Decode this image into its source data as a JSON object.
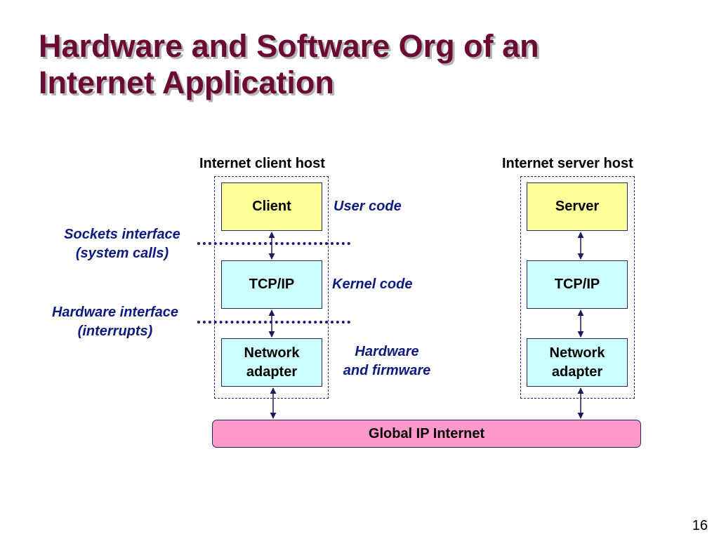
{
  "title": {
    "line1": "Hardware and Software Org of an",
    "line2": "Internet Application"
  },
  "client_host": {
    "label": "Internet client host",
    "client": "Client",
    "tcpip": "TCP/IP",
    "adapter_line1": "Network",
    "adapter_line2": "adapter"
  },
  "server_host": {
    "label": "Internet server host",
    "server": "Server",
    "tcpip": "TCP/IP",
    "adapter_line1": "Network",
    "adapter_line2": "adapter"
  },
  "internet": {
    "label": "Global IP Internet"
  },
  "annotations": {
    "sockets_line1": "Sockets interface",
    "sockets_line2": "(system calls)",
    "hardware_if_line1": "Hardware interface",
    "hardware_if_line2": "(interrupts)",
    "user_code": "User code",
    "kernel_code": "Kernel code",
    "hw_fw_line1": "Hardware",
    "hw_fw_line2": "and firmware"
  },
  "colors": {
    "title": "#6b0a33",
    "app_box": "#ffff99",
    "kernel_box": "#ccffff",
    "internet_bar": "#ff99cc",
    "annotation": "#0d1a80"
  },
  "page_number": "16"
}
